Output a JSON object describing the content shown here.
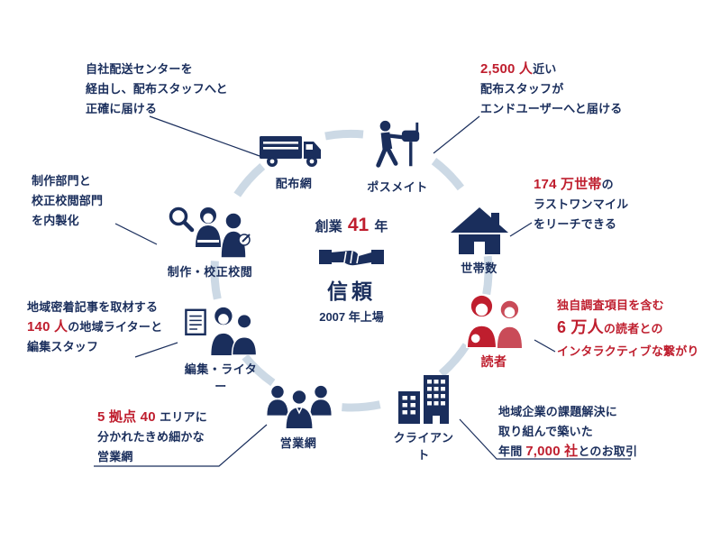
{
  "colors": {
    "navy": "#1a2e5c",
    "red": "#bf1e2e",
    "arc": "#ccd9e5"
  },
  "center": {
    "founded_label": "創業",
    "founded_years": "41",
    "founded_unit": "年",
    "keyword": "信頼",
    "listing": "2007 年上場"
  },
  "nodes": {
    "distribution": {
      "label": "配布網"
    },
    "posmate": {
      "label": "ポスメイト"
    },
    "households": {
      "label": "世帯数"
    },
    "readers": {
      "label": "読者"
    },
    "clients": {
      "label": "クライアント"
    },
    "sales": {
      "label": "営業網"
    },
    "editors": {
      "label": "編集・ライター"
    },
    "production": {
      "label": "制作・校正校閲"
    }
  },
  "callouts": {
    "delivery": {
      "line1": "自社配送センターを",
      "line2": "経由し、配布スタッフへと",
      "line3": "正確に届ける"
    },
    "staff": {
      "highlight": "2,500 人",
      "line1_rest": "近い",
      "line2": "配布スタッフが",
      "line3": "エンドユーザーへと届ける"
    },
    "households": {
      "highlight": "174 万世帯",
      "line1_rest": "の",
      "line2": "ラストワンマイル",
      "line3": "をリーチできる"
    },
    "production": {
      "line1": "制作部門と",
      "line2": "校正校閲部門",
      "line3": "を内製化"
    },
    "writers": {
      "line1": "地域密着記事を取材する",
      "highlight": "140 人",
      "line2_rest": "の地域ライターと",
      "line3": "編集スタッフ"
    },
    "sales": {
      "highlight": "5 拠点 40 ",
      "line1_rest": "エリアに",
      "line2": "分かれたきめ細かな",
      "line3": "営業網"
    },
    "clients": {
      "line1": "地域企業の課題解決に",
      "line2": "取り組んで築いた",
      "line3_pre": "年間 ",
      "highlight": "7,000 社",
      "line3_rest": "とのお取引"
    },
    "readers": {
      "line1": "独自調査項目を含む",
      "highlight": "6 万人",
      "line2_rest": "の読者との",
      "line3": "インタラクティブな繋がり"
    }
  }
}
